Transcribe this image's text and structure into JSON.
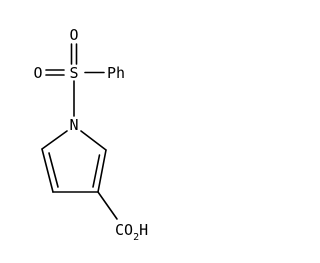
{
  "molecule": {
    "atoms": {
      "oxygen_top": "O",
      "oxygen_left": "O",
      "sulfur": "S",
      "phenyl": "Ph",
      "nitrogen": "N",
      "carboxyl_prefix": "CO",
      "carboxyl_subscript": "2",
      "carboxyl_suffix": "H"
    }
  }
}
